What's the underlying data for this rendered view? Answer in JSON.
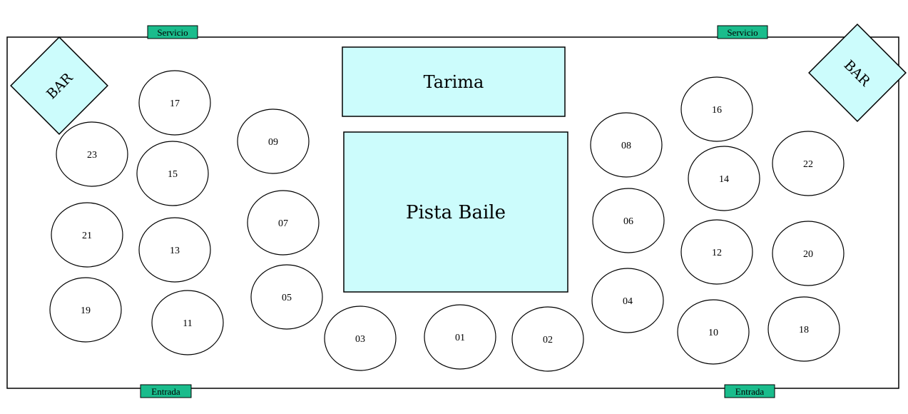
{
  "colors": {
    "area_fill": "#ccfcfc",
    "tag_fill": "#1abc8c",
    "outline": "#000000"
  },
  "labels": {
    "service_left": "Servicio",
    "service_right": "Servicio",
    "entrance_left": "Entrada",
    "entrance_right": "Entrada",
    "bar_left": "BAR",
    "bar_right": "BAR",
    "stage": "Tarima",
    "dance_floor": "Pista Baile"
  },
  "tables": {
    "t01": "01",
    "t02": "02",
    "t03": "03",
    "t04": "04",
    "t05": "05",
    "t06": "06",
    "t07": "07",
    "t08": "08",
    "t09": "09",
    "t10": "10",
    "t11": "11",
    "t12": "12",
    "t13": "13",
    "t14": "14",
    "t15": "15",
    "t16": "16",
    "t17": "17",
    "t18": "18",
    "t19": "19",
    "t20": "20",
    "t21": "21",
    "t22": "22",
    "t23": "23"
  }
}
